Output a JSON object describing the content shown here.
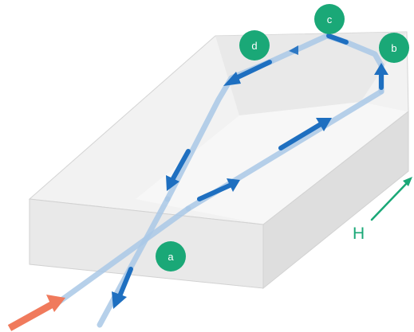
{
  "markers": {
    "a": "a",
    "b": "b",
    "c": "c",
    "d": "d"
  },
  "field": {
    "label": "H"
  },
  "colors": {
    "marker_fill": "#1aa877",
    "field_arrow": "#1aa877",
    "beam_light": "#a9c8e6",
    "beam_arrow": "#1e6fc0",
    "incident_arrow": "#f07a5c",
    "crystal_top": "#f1f1f1",
    "crystal_front": "#e8e8e8",
    "crystal_side": "#dcdcdc",
    "crystal_edge": "#d0d0d0"
  },
  "icons": {
    "incident": "incident-beam-arrow-icon",
    "field": "magnetic-field-arrow-icon"
  }
}
